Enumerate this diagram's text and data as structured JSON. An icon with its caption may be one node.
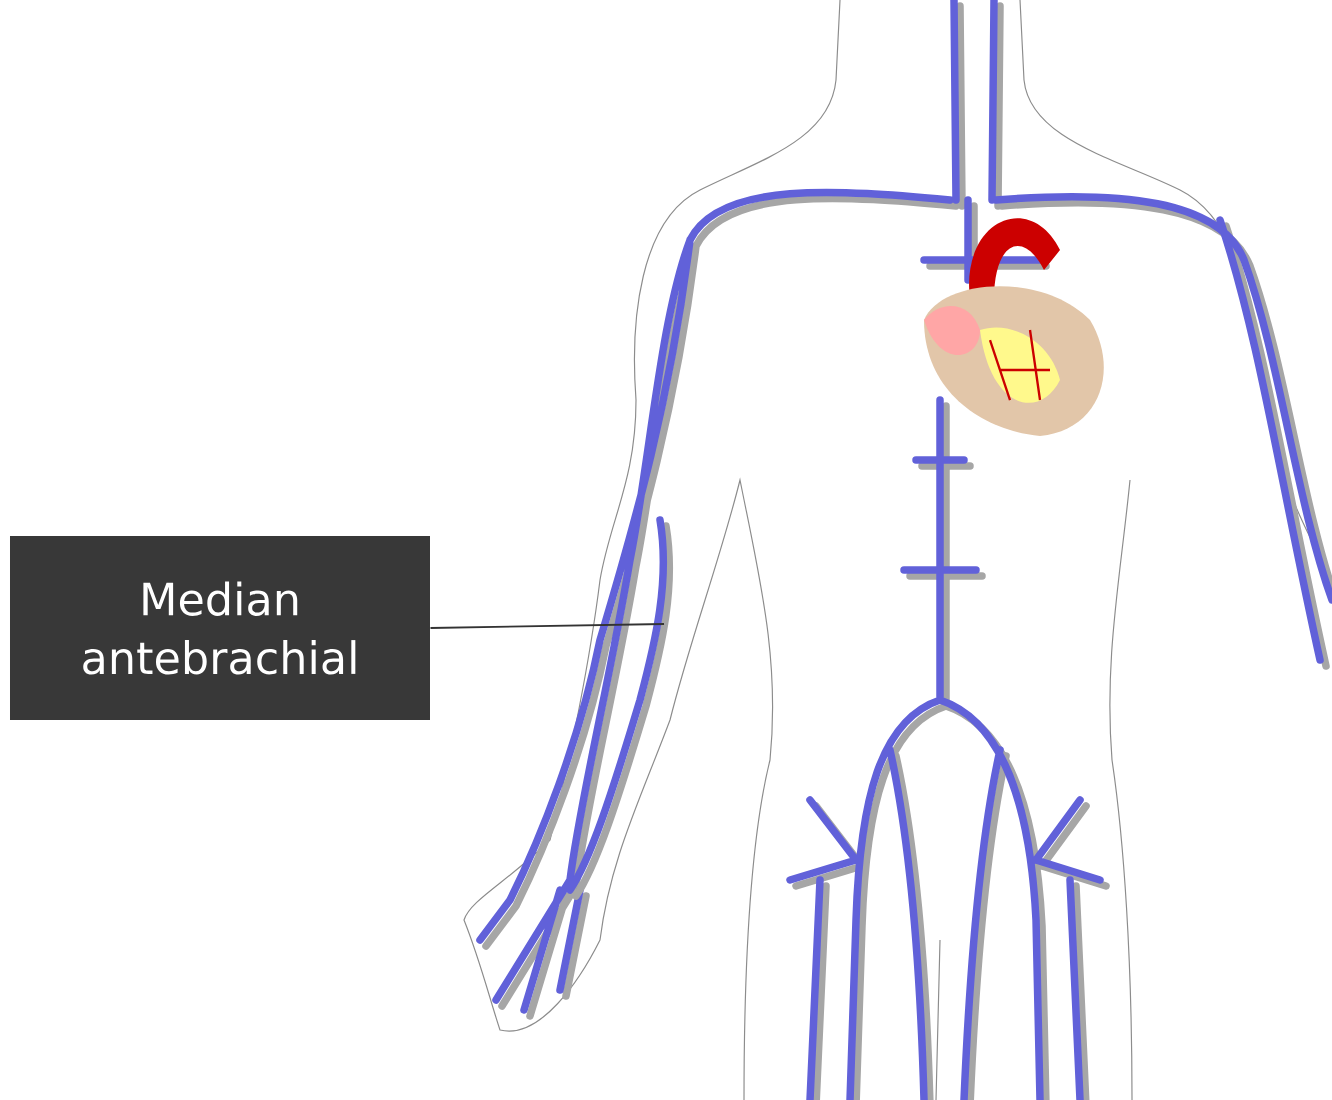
{
  "diagram": {
    "nodes": [
      {
        "text": [
          "Median antebrachial"
        ]
      },
      {
        "text": [],
        "shape": "picture"
      }
    ],
    "edges": [
      {
        "from": 0,
        "to": 1,
        "arrow": "none"
      }
    ]
  }
}
